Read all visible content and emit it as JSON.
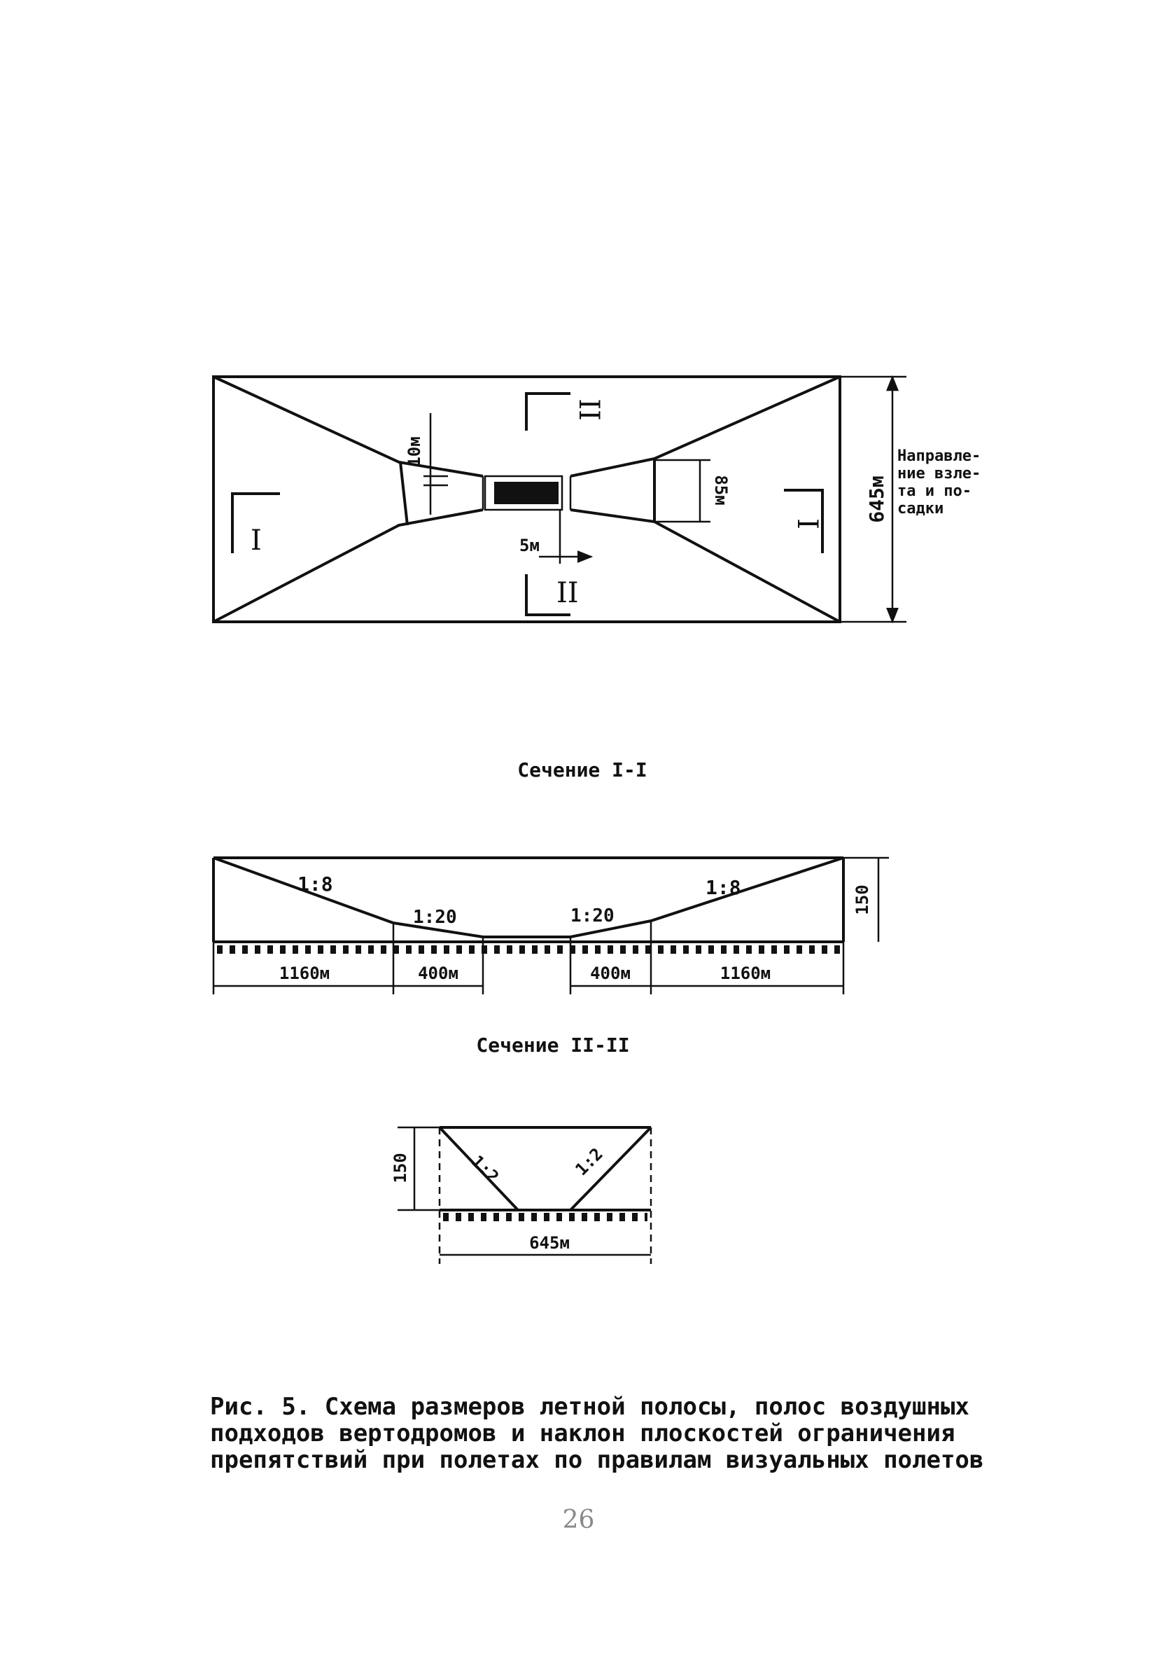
{
  "plan": {
    "width_label": "645м",
    "width_10_label": "10м",
    "width_85_label": "85м",
    "length_5_label": "5м",
    "direction_note": [
      "Направле-",
      "ние взле-",
      "та и по-",
      "садки"
    ],
    "section_marks": {
      "left": "I",
      "right": "I",
      "top": "II",
      "bottom": "II"
    }
  },
  "section1": {
    "title": "Сечение I-I",
    "slope_outer_left": "1:8",
    "slope_inner_left": "1:20",
    "slope_inner_right": "1:20",
    "slope_outer_right": "1:8",
    "height_label": "150",
    "dim_1": "1160м",
    "dim_2": "400м",
    "dim_3": "400м",
    "dim_4": "1160м"
  },
  "section2": {
    "title": "Сечение II-II",
    "slope_left": "1:2",
    "slope_right": "1:2",
    "height_label": "150",
    "width_label": "645м"
  },
  "caption": "Рис. 5. Схема размеров летной полосы, полос воздушных подходов вертодромов и наклон плоскостей ограничения препятствий при полетах по правилам визуальных полетов",
  "page_number": "26"
}
